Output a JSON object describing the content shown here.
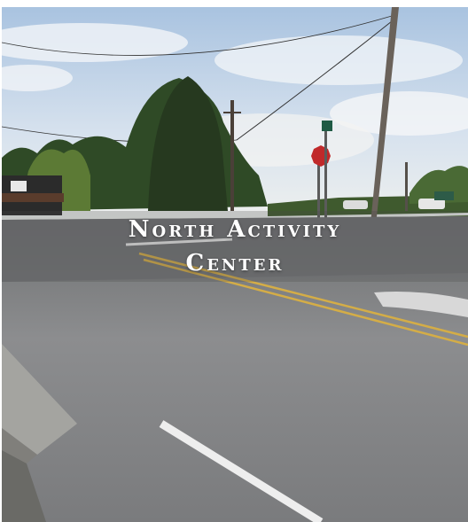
{
  "title": {
    "line1": "North Activity",
    "line2": "Center"
  },
  "colors": {
    "sky": "#c9d9ea",
    "road": "#8a8b8d",
    "center_line": "#d8b24a",
    "grass": "#4d6b34",
    "text": "#ffffff"
  },
  "icons": [
    "stop-sign",
    "street-sign",
    "utility-pole",
    "building"
  ]
}
